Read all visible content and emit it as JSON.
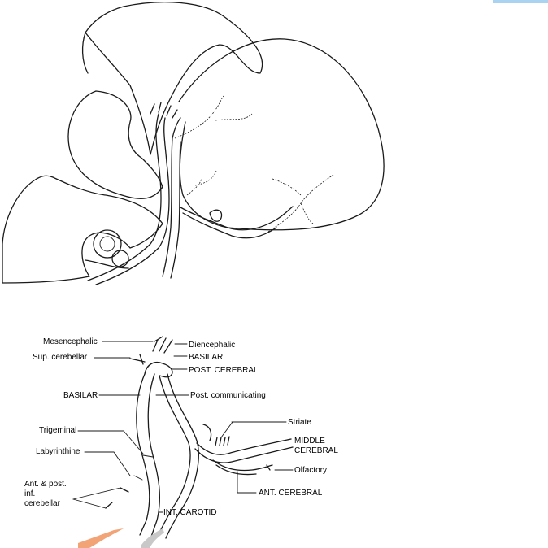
{
  "labels": {
    "mesencephalic": "Mesencephalic",
    "diencephalic": "Diencephalic",
    "basilar_top": "BASILAR",
    "sup_cerebellar": "Sup. cerebellar",
    "post_cerebral": "POST. CEREBRAL",
    "basilar_left": "BASILAR",
    "post_communicating": "Post. communicating",
    "striate": "Striate",
    "trigeminal": "Trigeminal",
    "middle_cerebral_1": "MIDDLE",
    "middle_cerebral_2": "CEREBRAL",
    "labyrinthine": "Labyrinthine",
    "olfactory": "Olfactory",
    "ant_post_1": "Ant. & post.",
    "ant_post_2": "inf.",
    "ant_post_3": "cerebellar",
    "ant_cerebral": "ANT. CEREBRAL",
    "int_carotid": "INT. CAROTID"
  },
  "colors": {
    "accent_orange": "#f2a477",
    "accent_gray": "#c8c8c8",
    "accent_blue": "#a9d3f0"
  }
}
